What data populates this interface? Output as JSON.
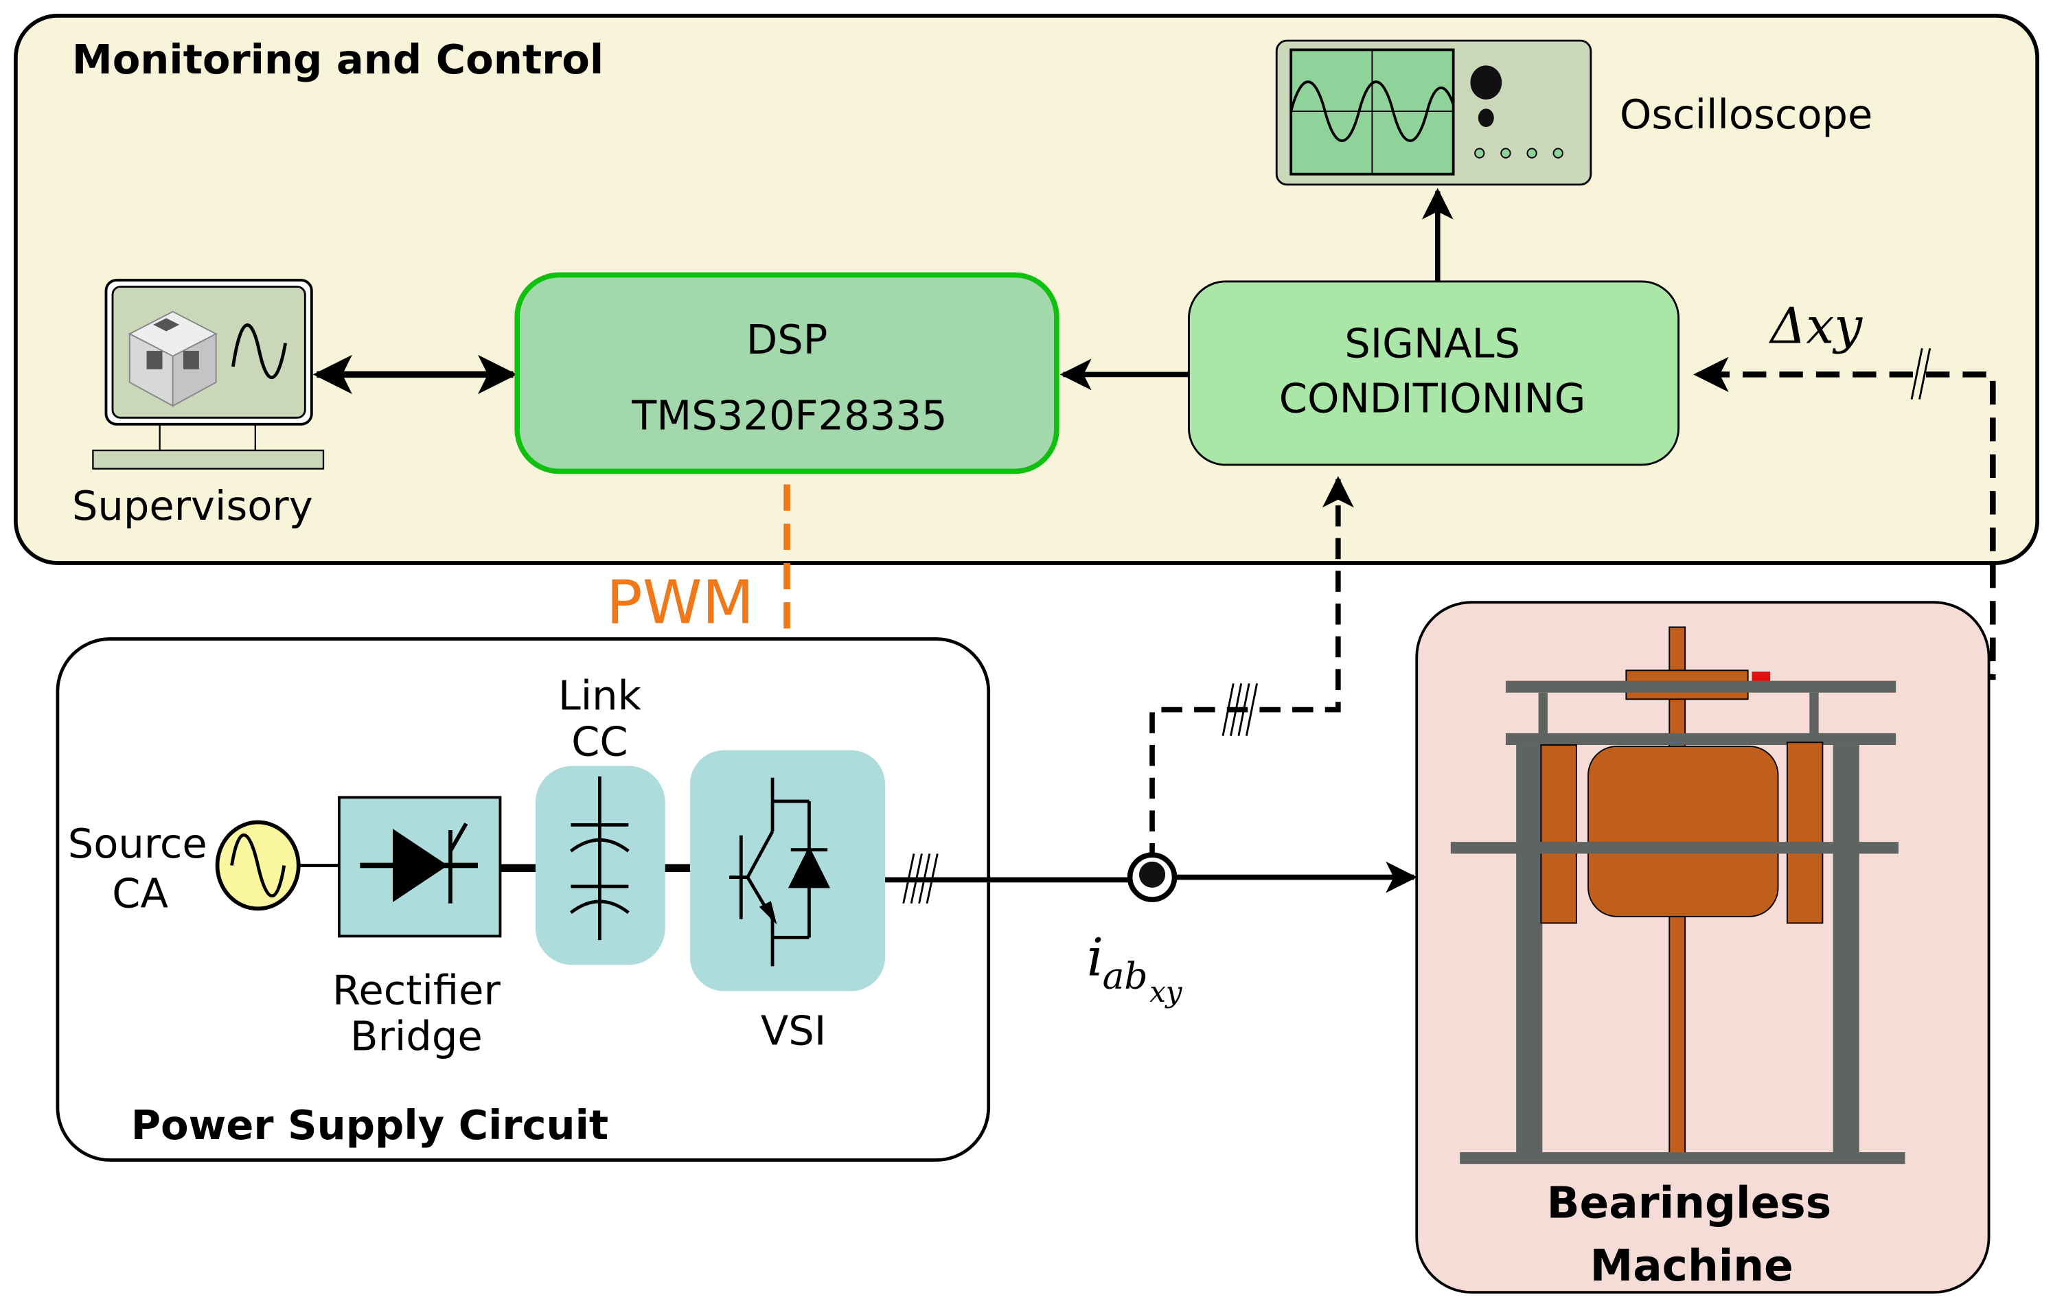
{
  "panels": {
    "monitoring": {
      "title": "Monitoring and Control",
      "fill": "#f7f4da"
    },
    "power_supply": {
      "title": "Power Supply Circuit",
      "fill": "#ffffff"
    },
    "machine": {
      "title_line1": "Bearingless",
      "title_line2": "Machine",
      "fill": "#f6dcd6"
    }
  },
  "blocks": {
    "supervisory": {
      "label": "Supervisory"
    },
    "oscilloscope": {
      "label": "Oscilloscope"
    },
    "dsp": {
      "line1": "DSP",
      "line2": "TMS320F28335",
      "fill": "#a2d8ab",
      "border": "#10c010"
    },
    "signals": {
      "line1": "SIGNALS",
      "line2": "CONDITIONING",
      "fill": "#a9e6a7"
    },
    "source": {
      "line1": "Source",
      "line2": "CA"
    },
    "rectifier": {
      "line1": "Rectifier",
      "line2": "Bridge"
    },
    "link": {
      "line1": "Link",
      "line2": "CC"
    },
    "vsi": {
      "label": "VSI"
    }
  },
  "signals_labels": {
    "pwm": "PWM",
    "pwm_color": "#f07818",
    "delta": "Δxy",
    "current_main": "i",
    "current_sub": "ab",
    "current_subsub": "xy"
  },
  "colors": {
    "component_fill": "#aedcdc",
    "rotor": "#c05e1c",
    "frame": "#5f6462",
    "sensor": "#e01010"
  }
}
